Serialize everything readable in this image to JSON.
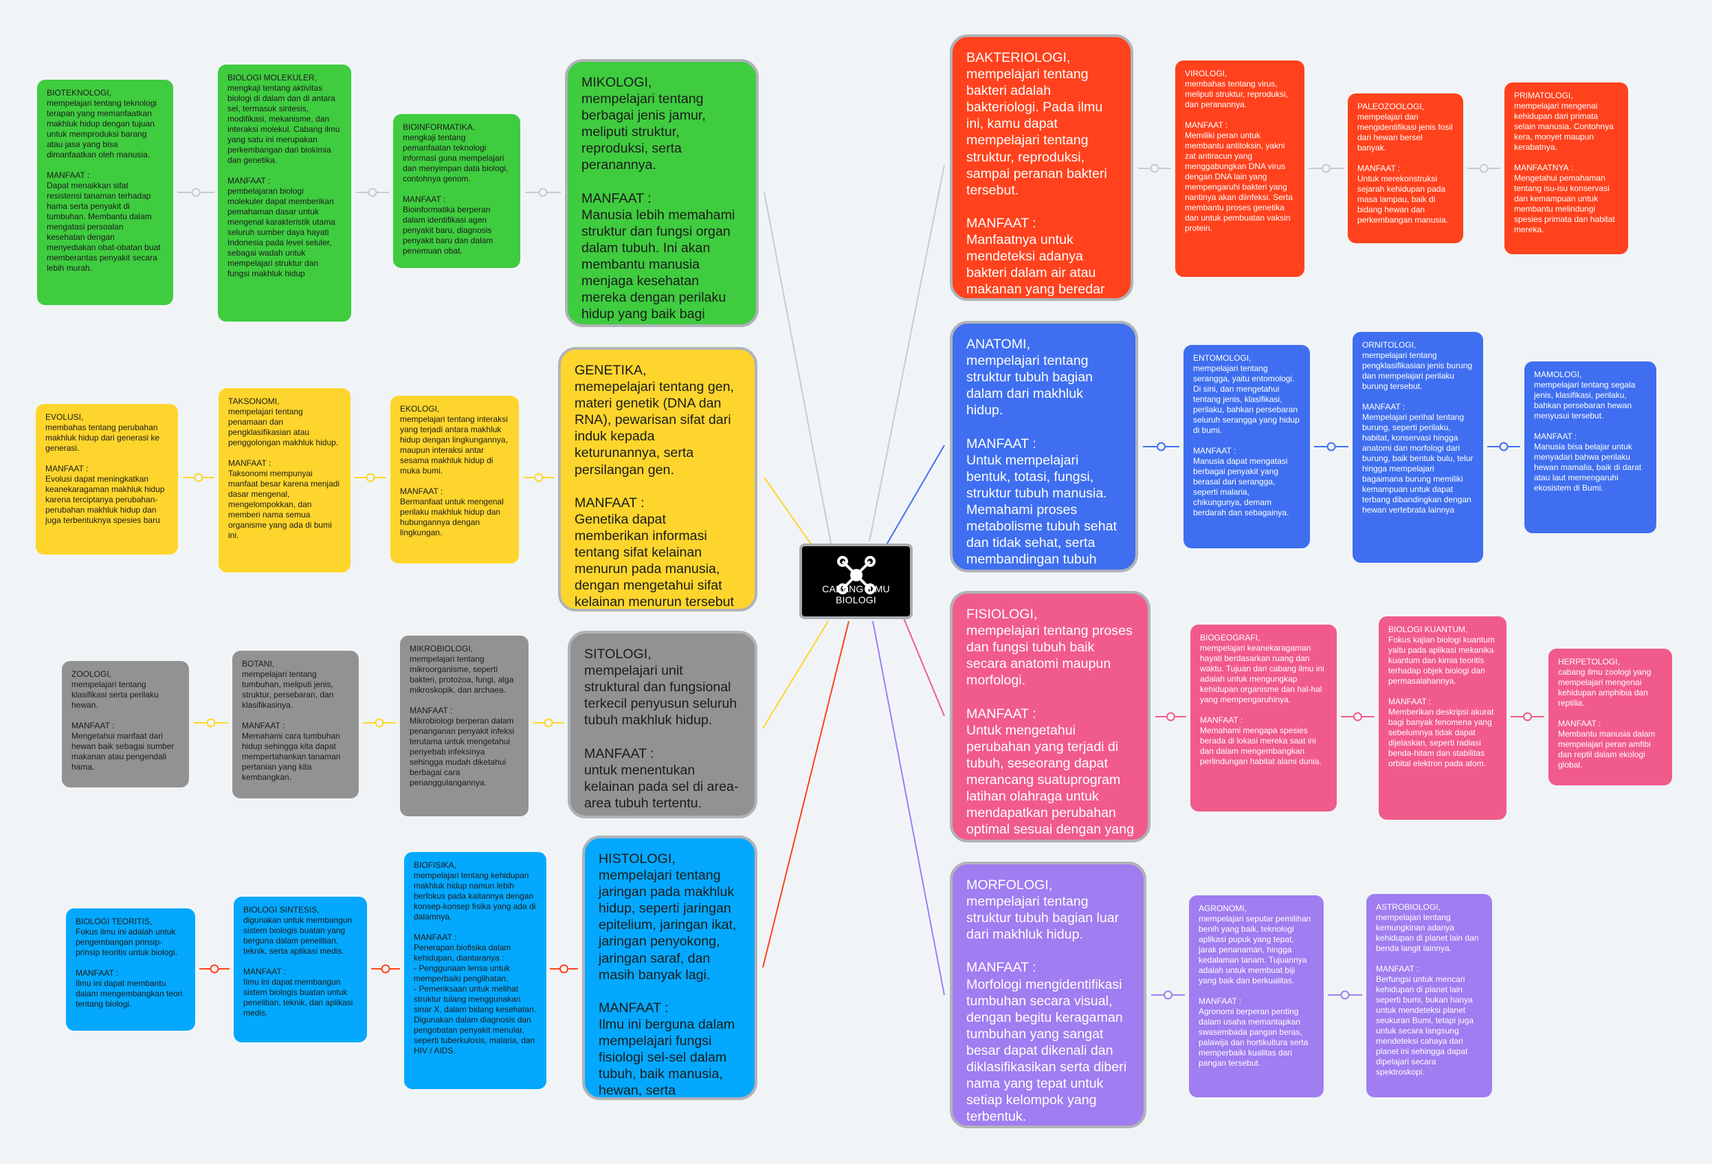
{
  "central": {
    "label": "CABANG ILMU BIOLOGI",
    "icon": "mind-map-icon",
    "color": "#000000"
  },
  "colors": {
    "green": "#3fcc3f",
    "yellow": "#fed52c",
    "gray": "#929292",
    "blue": "#04a8ff",
    "red": "#ff421d",
    "royal_blue": "#3f6ff0",
    "pink": "#f15b8b",
    "purple": "#a07df0"
  },
  "left_branches": {
    "mikologi": {
      "main": "MIKOLOGI,\nmempelajari tentang berbagai jenis jamur, meliputi struktur, reproduksi, serta peranannya.\n\nMANFAAT :\nManusia lebih memahami struktur dan fungsi organ dalam tubuh. Ini akan membantu manusia menjaga kesehatan mereka dengan perilaku hidup yang baik bagi tubuh.",
      "children": [
        "BIOINFORMATIKA,\nmengkaji tentang pemanfaatan teknologi informasi guna mempelajari dan menyimpan data biologi, contohnya genom.\n\nMANFAAT :\nBioinformatika berperan dalam identifikasi agen penyakit baru, diagnosis penyakit baru dan dalam penemuan obat.",
        "BIOLOGI MOLEKULER,\nmengkaji tentang aktivitas biologi di dalam dan di antara sel, termasuk sintesis, modifikasi, mekanisme, dan interaksi molekul. Cabang ilmu yang satu ini merupakan perkembangan dari biokimia dan genetika.\n\nMANFAAT :\npembelajaran biologi molekuler dapat memberikan pemahaman dasar untuk mengenal karakteristik utama seluruh sumber daya hayati Indonesia pada level seluler, sebagai wadah untuk mempelajari struktur dan fungsi makhluk hidup",
        "BIOTEKNOLOGI,\nmempelajari tentang teknologi terapan yang memanfaatkan makhluk hidup dengan tujuan untuk memproduksi barang atau jasa yang bisa dimanfaatkan oleh manusia.\n\nMANFAAT :\nDapat menaikkan sifat resistensi tanaman terhadap hama serta penyakit di tumbuhan. Membantu dalam mengatasi persoalan kesehatan dengan menyediakan obat-obatan buat memberantas penyakit secara lebih murah."
      ]
    },
    "genetika": {
      "main": "GENETIKA,\nmemepelajari tentang gen, materi genetik (DNA dan RNA), pewarisan sifat dari induk kepada keturunannya, serta persilangan gen.\n\nMANFAAT :\nGenetika dapat memberikan informasi tentang sifat kelainan menurun pada manusia, dengan mengetahui sifat kelainan menurun tersebut maka dapat menghindarinya.",
      "children": [
        "EKOLOGI,\nmempelajari tentang interaksi yang terjadi antara makhluk hidup dengan lingkungannya, maupun interaksi antar sesama makhluk hidup di muka bumi.\n\nMANFAAT :\nBermanfaat untuk mengenal perilaku makhluk hidup dan hubungannya dengan lingkungan.",
        "TAKSONOMI,\nmempelajari tentang penamaan dan pengklasifikasian atau penggolongan makhluk hidup.\n\nMANFAAT :\nTaksonomi mempunyai manfaat besar karena menjadi dasar mengenal, mengelompokkan, dan memberi nama semua organisme yang ada di bumi ini.",
        "EVOLUSI,\nmembahas tentang perubahan makhluk hidup dari generasi ke generasi.\n\nMANFAAT :\nEvolusi dapat meningkatkan keanekaragaman makhluk hidup karena terciptanya perubahan-perubahan makhluk hidup dan juga terbentuknya spesies baru"
      ]
    },
    "sitologi": {
      "main": "SITOLOGI,\nmempelajari unit struktural dan fungsional terkecil penyusun seluruh tubuh makhluk hidup.\n\nMANFAAT :\nuntuk menentukan kelainan pada sel di area-area tubuh tertentu.",
      "children": [
        "MIKROBIOLOGI,\nmempelajari tentang mikroorganisme, seperti bakteri, protozoa, fungi, alga mikroskopik, dan archaea.\n\nMANFAAT :\nMikrobiologi berperan dalam penanganan penyakit infeksi terutama untuk mengetahui penyebab infeksinya sehingga mudah diketahui berbagai cara penanggulangannya.",
        "BOTANI,\nmempelajari tentang tumbuhan, meliputi jenis, struktur, persebaran, dan klasifikasinya.\n\nMANFAAT :\nMemahami cara tumbuhan hidup sehingga kita dapat mempertahankan tanaman pertanian yang kita kembangkan.",
        "ZOOLOGI,\nmempelajari tentang klasifikasi serta perilaku hewan.\n\nMANFAAT :\nMengetahui manfaat dari hewan baik sebagai sumber makanan atau pengendali hama."
      ]
    },
    "histologi": {
      "main": "HISTOLOGI,\nmempelajari tentang jaringan pada makhluk hidup, seperti jaringan epitelium, jaringan ikat, jaringan penyokong, jaringan saraf, dan masih banyak lagi.\n\nMANFAAT :\nIlmu ini berguna dalam mempelajari fungsi fisiologi sel-sel dalam tubuh, baik manusia, hewan, serta tumbuhan.",
      "children": [
        "BIOFISIKA,\nmempelajari tentang kehidupan makhluk hidup namun lebih berfokus pada kaitannya dengan konsep-konsep fisika yang ada di dalamnya.\n\nMANFAAT :\nPenerapan biofisika dalam kehidupan, diantaranya :\n- Penggunaan lensa untuk memperbaiki penglihatan.\n- Pemeriksaan untuk melihat struktur tulang menggunakan sinar X, dalam bidang kesehatan. Digunakan dalam diagnosis dan pengobatan penyakit menular, seperti tuberkulosis, malaria, dan HIV / AIDS.",
        "BIOLOGI SINTESIS,\ndigunakan untuk membangun sistem biologis buatan yang berguna dalam penelitian, teknik, serta aplikasi medis.\n\nMANFAAT :\nIlmu ini dapat membangun sistem biologis buatan untuk penelitian, teknik, dan aplikasi medis.",
        "BIOLOGI TEORITIS,\nFokus ilmu ini adalah untuk pengembangan prinsip-prinsip teoritis untuk biologi.\n\nMANFAAT :\nIlmu ini dapat membantu dalam mengembangkan teori tentang biologi."
      ]
    }
  },
  "right_branches": {
    "bakteriologi": {
      "main": "BAKTERIOLOGI,\nmempelajari tentang bakteri adalah bakteriologi. Pada ilmu ini, kamu dapat mempelajari tentang struktur, reproduksi, sampai peranan bakteri tersebut.\n\nMANFAAT :\nManfaatnya untuk mendeteksi adanya bakteri dalam air atau makanan yang beredar di pasaran.",
      "children": [
        "VIROLOGI,\nmembahas tentang virus, meliputi struktur, reproduksi, dan peranannya.\n\nMANFAAT :\nMemiliki peran untuk membantu antitoksin, yakni zat antiracun yang menggabungkan DNA virus dengan DNA lain yang mempengaruhi bakteri yang nantinya akan diinfeksi. Serta membantu proses genetika dan untuk pembuatan vaksin protein.",
        "PALEOZOOLOGI,\nmempelajari dan mengidentifikasi jenis fosil dari hewan bersel banyak.\n\nMANFAAT :\nUntuk merekonstruksi sejarah kehidupan pada masa lampau, baik di bidang hewan dan perkembangan manusia.",
        "PRIMATOLOGI,\nmempelajari mengenai kehidupan dari primata selain manusia. Contohnya kera, monyet maupun kerabatnya.\n\nMANFAATNYA :\nMengetahui pemahaman tentang isu-isu konservasi dan kemampuan untuk membantu melindungi spesies primata dan habitat mereka."
      ]
    },
    "anatomi": {
      "main": "ANATOMI,\nmempelajari tentang struktur tubuh bagian dalam dari makhluk hidup.\n\nMANFAAT :\nUntuk mempelajari bentuk, totasi, fungsi, struktur tubuh manusia. Memahami proses metabolisme tubuh sehat dan tidak sehat, serta membandingan tubuh manusia pra sejarah dengan manusia modern.",
      "children": [
        "ENTOMOLOGI,\nmempelajari tentang serangga, yaitu entomologi. Di sini, dan mengetahui tentang jenis, klasifikasi, perilaku, bahkan persebaran seluruh serangga yang hidup di bumi.\n\nMANFAAT :\nManusia dapat mengatasi berbagai penyakit yang berasal dari serangga, seperti malaria, chikungunya, demam berdarah dan sebagainya.",
        "ORNITOLOGI,\nmempelajari tentang pengklasifikasian jenis burung dan mempelajari perilaku burung tersebut.\n\nMANFAAT :\nMempelajari perihal tentang burung, seperti perilaku, habitat, konservasi hingga anatomi dan morfologi dari burung, baik bentuk bulu, telur hingga mempelajari bagaimana burung memiliki kemampuan untuk dapat terbang dibandingkan dengan hewan vertebrata lainnya",
        "MAMOLOGI,\nmempelajari tentang segala jenis, klasifikasi, perilaku, bahkan persebaran hewan menyusui tersebut.\n\nMANFAAT :\nManusia bisa belajar untuk menyadari bahwa perilaku hewan mamalia, baik di darat atau laut memengaruhi ekosistem di Bumi."
      ]
    },
    "fisiologi": {
      "main": "FISIOLOGI,\nmempelajari tentang proses dan fungsi tubuh baik secara anatomi maupun morfologi.\n\nMANFAAT :\nUntuk mengetahui perubahan yang terjadi di tubuh, seseorang dapat merancang suatuprogram latihan olahraga untuk mendapatkan perubahan optimal sesuai dengan yang diharapkan.",
      "children": [
        "BIOGEOGRAFI,\nmempelajari keanekaragaman hayati berdasarkan ruang dan waktu. Tujuan dari cabang ilmu ini adalah untuk mengungkap kehidupan organisme dan hal-hal yang mempengaruhinya.\n\nMANFAAT :\nMemahami mengapa spesies berada di lokasi mereka saat ini dan dalam mengembangkan perlindungan habitat alami dunia.",
        "BIOLOGI KUANTUM,\nFokus kajian biologi kuantum yaitu pada aplikasi mekanika kuantum dan kimia teoritis terhadap objek biologi dan permasalahannya.\n\nMANFAAT :\nMemberikan deskripsi akurat bagi banyak fenomena yang sebelumnya tidak dapat dijelaskan, seperti radiasi benda-hitam dan stabilitas\norbital elektron pada atom.",
        "HERPETOLOGI,\ncabang ilmu zoologi yang mempelajari mengenai kehidupan amphibia dan reptilia.\n\nMANFAAT :\nMembantu manusia dalam mempelajari peran amfibi dan reptil dalam ekologi global."
      ]
    },
    "morfologi": {
      "main": "MORFOLOGI,\nmempelajari tentang struktur tubuh bagian luar dari makhluk hidup.\n\nMANFAAT :\nMorfologi mengidentifikasi tumbuhan secara visual, dengan begitu keragaman tumbuhan yang sangat besar dapat dikenali dan diklasifikasikan serta diberi nama yang tepat untuk setiap kelompok yang terbentuk.",
      "children": [
        "AGRONOMI,\nmempelajari seputar pemilihan benih yang baik, teknologi aplikasi pupuk yang tepat, jarak penanaman, hingga kedalaman tanam. Tujuannya adalah untuk membuat biji yang baik dan berkualitas.\n\nMANFAAT :\nAgronomi berperan penting dalam usaha memantapkan swasembada pangan beras, palawija dan hortikultura serta memperbaiki kualitas dari pangan tersebut.",
        "ASTROBIOLOGI,\nmempelajari tentang kemungkinan adanya kehidupan di planet lain dan benda langit lainnya.\n\nMANFAAT :\nBerfungsi untuk mencari kehidupan di planet lain seperti bumi, bukan hanya untuk mendeteksi planet seukuran Bumi, tetapi juga untuk secara langsung mendeteksi cahaya dari planet ini sehingga dapat dipelajari secara spektroskopi."
      ]
    }
  }
}
